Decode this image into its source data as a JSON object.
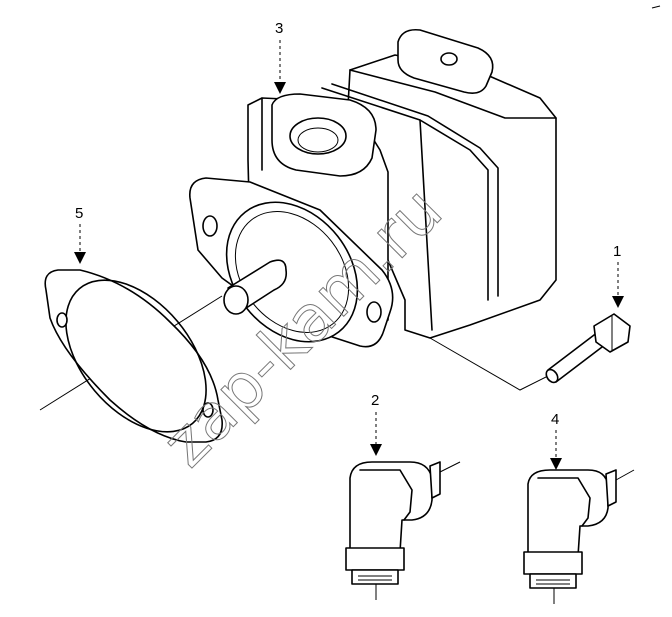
{
  "callouts": {
    "bolt": "1",
    "elbow_left": "2",
    "pump": "3",
    "elbow_right": "4",
    "gasket": "5"
  },
  "watermark": "zap-kam.ru"
}
